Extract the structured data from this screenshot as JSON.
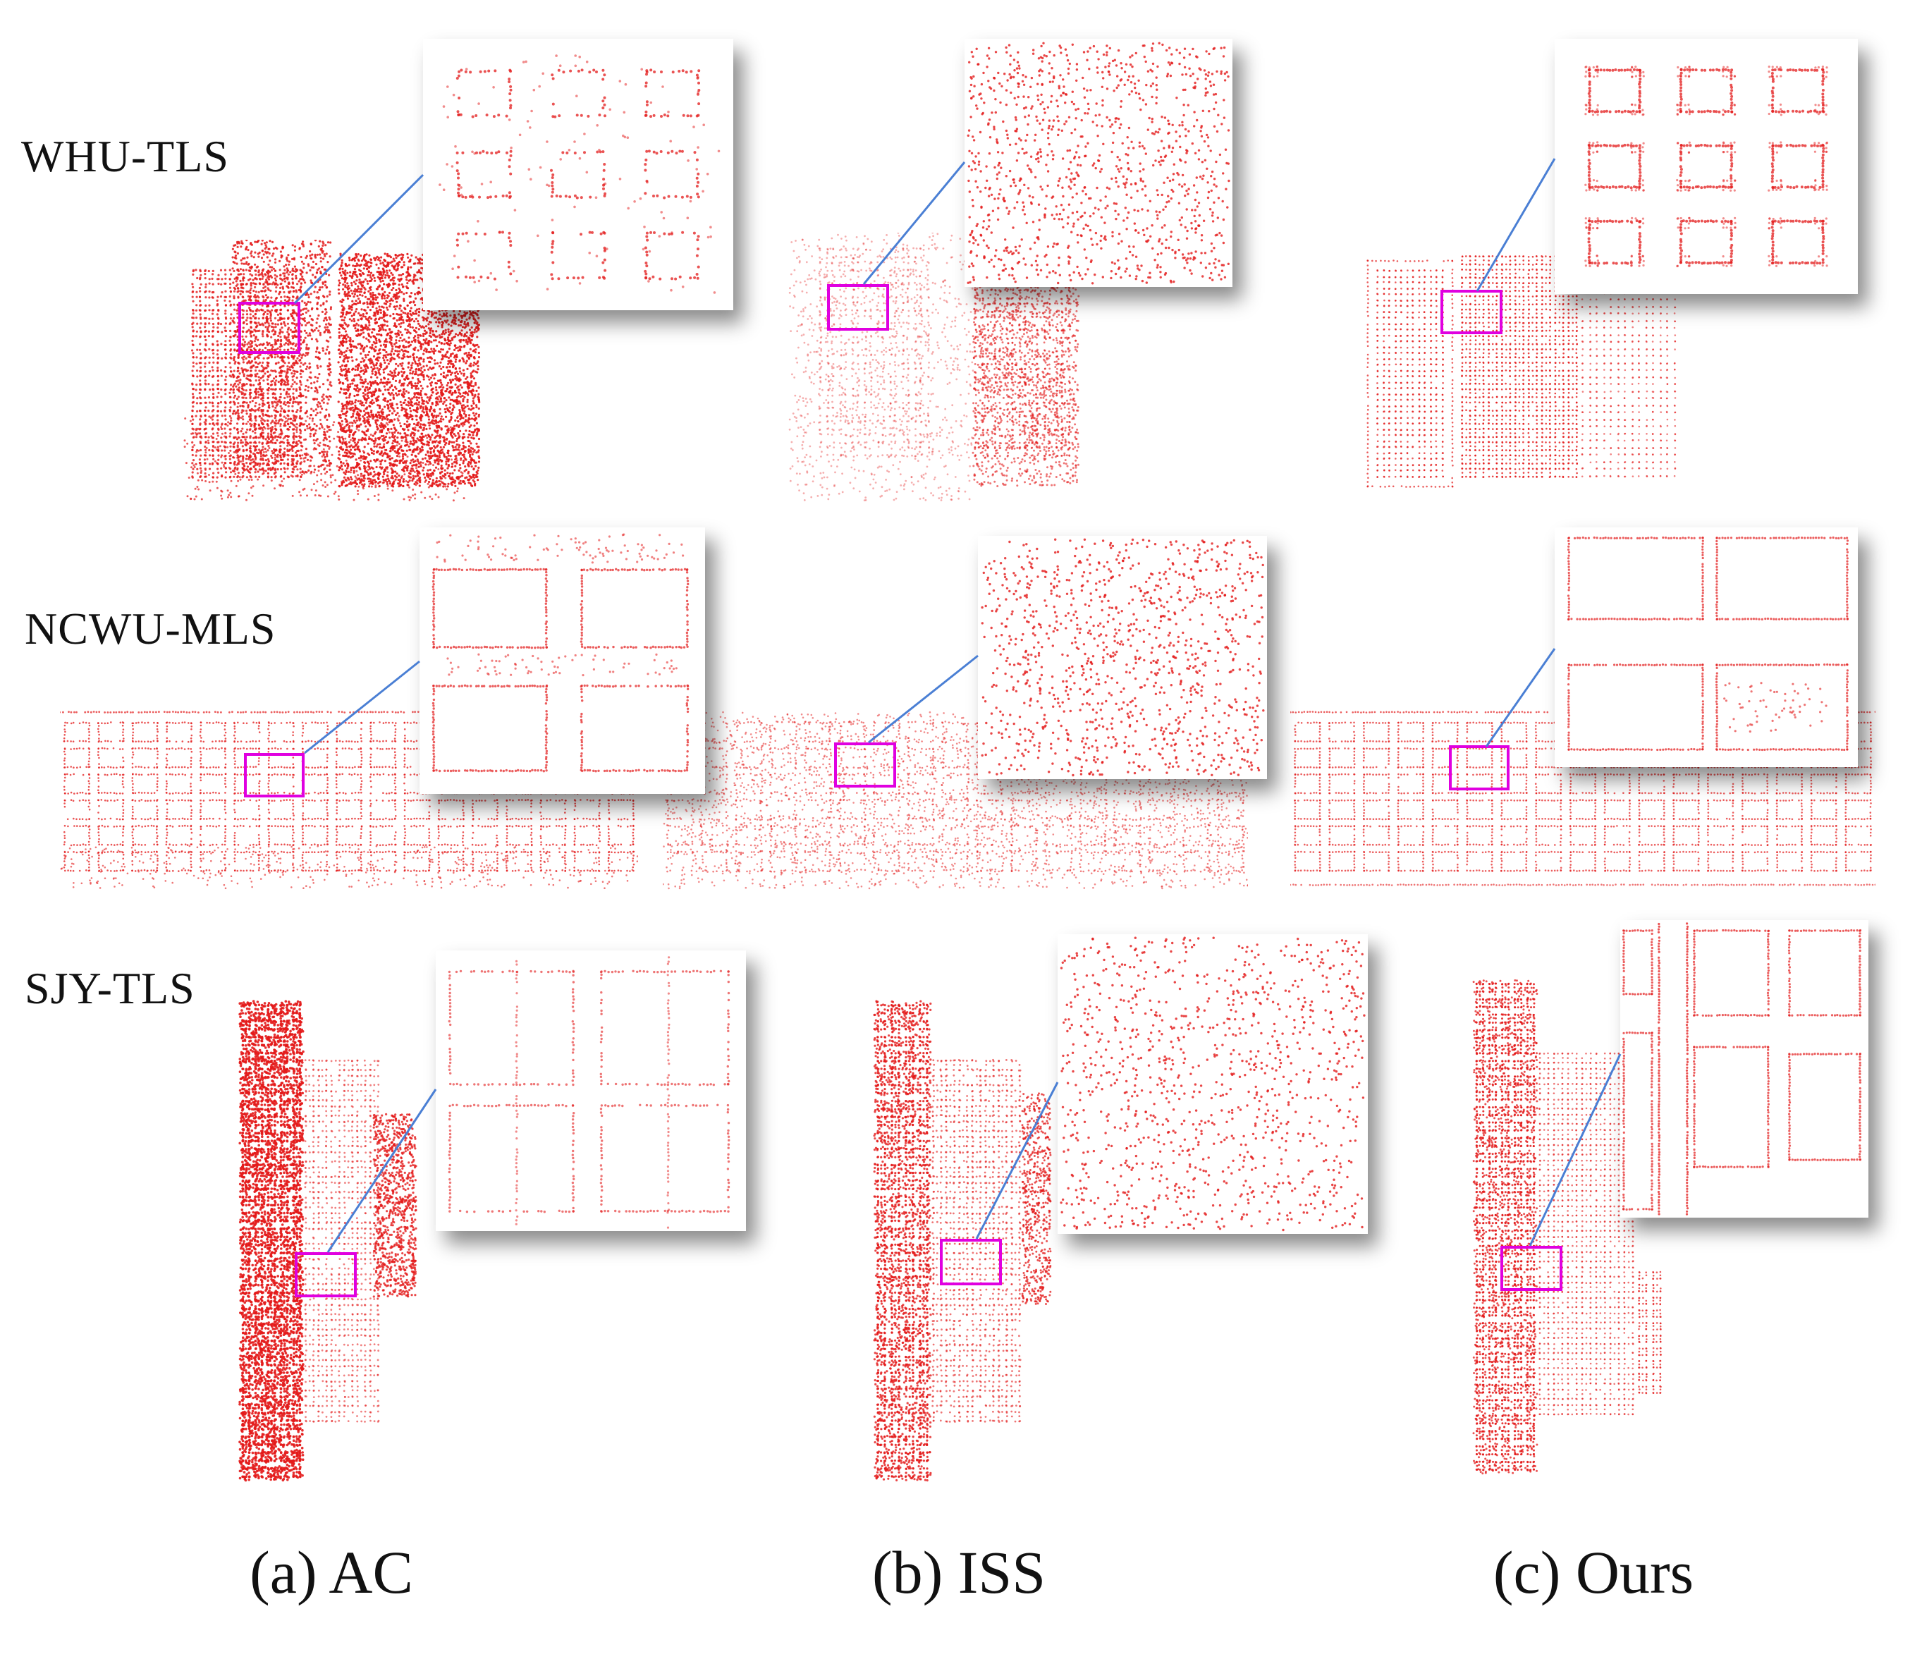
{
  "row_labels": [
    "WHU-TLS",
    "NCWU-MLS",
    "SJY-TLS"
  ],
  "column_captions": [
    "(a) AC",
    "(b) ISS",
    "(c) Ours"
  ],
  "colors": {
    "points": "#e31a1a",
    "highlight_box": "#e000e0",
    "leader_line": "#4a7fd4"
  }
}
